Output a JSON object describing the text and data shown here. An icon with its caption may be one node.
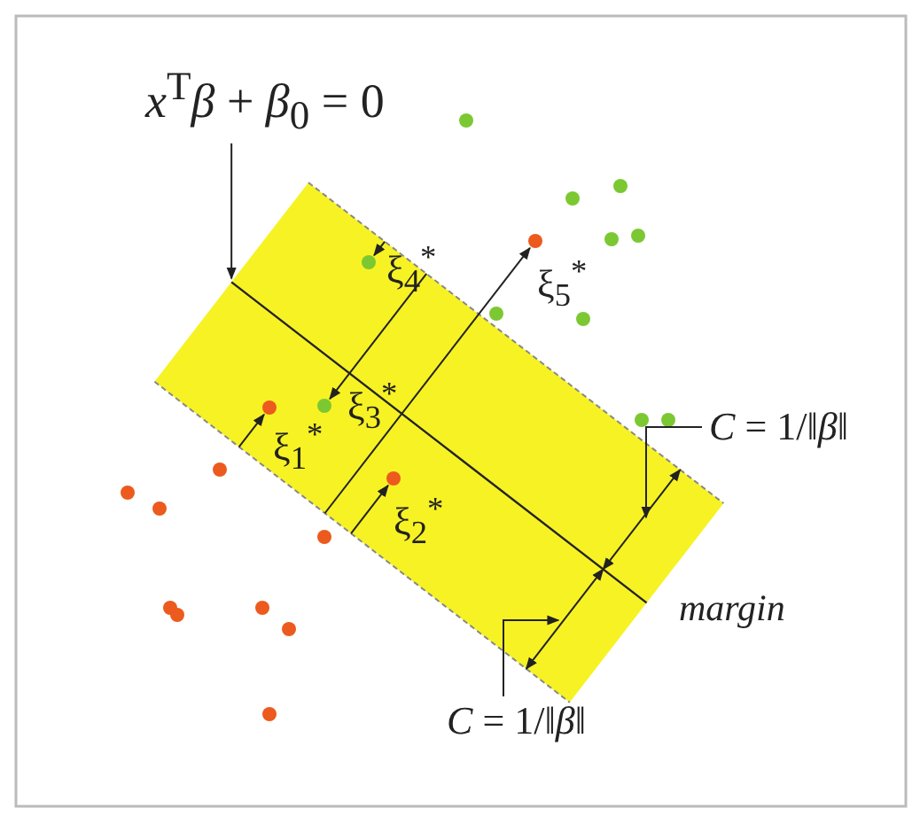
{
  "diagram": {
    "nodes": [
      {
        "text": [
          "*x*$^{T}$*β* + *β*$_{0}$ = 0"
        ]
      },
      {
        "text": [],
        "shape": "line"
      },
      {
        "text": [
          "*C* = 1/‖*β*‖"
        ]
      },
      {
        "text": [
          "*C* = 1/‖*β*‖"
        ]
      },
      {
        "text": [],
        "shape": "line"
      },
      {
        "text": [],
        "shape": "line"
      }
    ],
    "edges": [
      {
        "from": 0,
        "to": 1,
        "arrow": "to"
      },
      {
        "from": 2,
        "to": 4,
        "arrow": "to"
      },
      {
        "from": 3,
        "to": 5,
        "arrow": "to"
      }
    ],
    "labels": [
      "ξ$_{4}$$^{*}$",
      "ξ$_{5}$$^{*}$",
      "ξ$_{3}$$^{*}$",
      "ξ$_{1}$$^{*}$",
      "ξ$_{2}$$^{*}$",
      "margin"
    ]
  }
}
